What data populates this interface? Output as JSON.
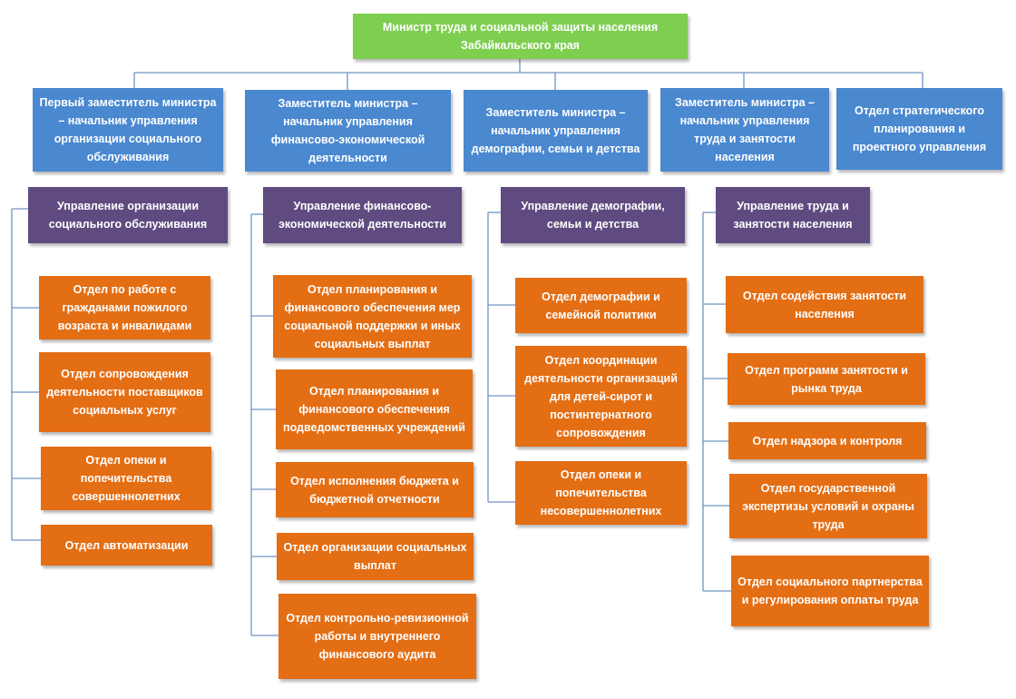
{
  "colors": {
    "top": "#7ece50",
    "deputy": "#4a88d0",
    "department": "#5f4b80",
    "unit": "#e46e14",
    "line": "#6f93c6"
  },
  "minister": "Министр труда и социальной защиты населения Забайкальского края",
  "deputies": [
    "Первый заместитель министра – начальник управления организации социального обслуживания",
    "Заместитель министра – начальник управления финансово-экономической деятельности",
    "Заместитель министра – начальник управления демографии, семьи и детства",
    "Заместитель министра – начальник управления труда и занятости населения",
    "Отдел стратегического планирования и проектного управления"
  ],
  "departments": [
    {
      "name": "Управление организации социального обслуживания",
      "units": [
        "Отдел по работе с гражданами пожилого возраста и инвалидами",
        "Отдел сопровождения деятельности поставщиков социальных услуг",
        "Отдел опеки и попечительства совершеннолетних",
        "Отдел автоматизации"
      ]
    },
    {
      "name": "Управление финансово-экономической деятельности",
      "units": [
        "Отдел планирования и финансового обеспечения мер социальной поддержки и иных социальных выплат",
        "Отдел планирования и финансового обеспечения подведомственных учреждений",
        "Отдел исполнения бюджета и бюджетной отчетности",
        "Отдел организации социальных выплат",
        "Отдел контрольно-ревизионной работы и внутреннего финансового аудита"
      ]
    },
    {
      "name": "Управление демографии, семьи и детства",
      "units": [
        "Отдел демографии и семейной политики",
        "Отдел координации деятельности организаций для детей-сирот и постинтернатного сопровождения",
        "Отдел опеки и попечительства несовершеннолетних"
      ]
    },
    {
      "name": "Управление труда и занятости населения",
      "units": [
        "Отдел содействия занятости населения",
        "Отдел программ занятости и рынка труда",
        "Отдел надзора и контроля",
        "Отдел государственной экспертизы условий и охраны труда",
        "Отдел социального партнерства и регулирования оплаты труда"
      ]
    }
  ]
}
